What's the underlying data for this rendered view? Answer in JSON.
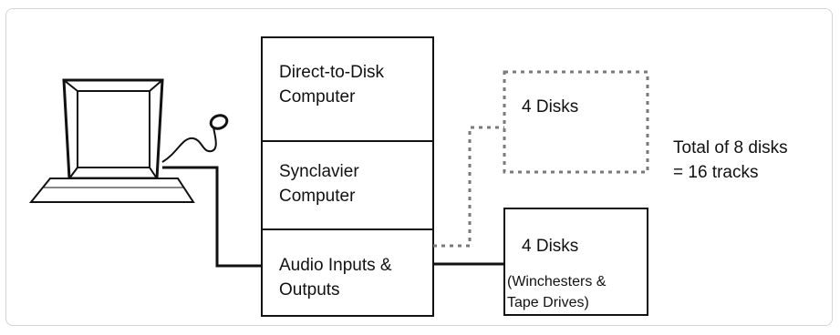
{
  "stack": {
    "direct_to_disk": {
      "line1": "Direct-to-Disk",
      "line2": "Computer"
    },
    "synclavier": {
      "line1": "Synclavier",
      "line2": "Computer"
    },
    "audio_io": {
      "line1": "Audio Inputs &",
      "line2": "Outputs"
    }
  },
  "disks_upper": {
    "label": "4 Disks"
  },
  "disks_lower": {
    "label": "4 Disks",
    "note1": "(Winchesters &",
    "note2": "Tape Drives)"
  },
  "summary": {
    "line1": "Total of 8 disks",
    "line2": "= 16 tracks"
  },
  "colors": {
    "line": "#111111",
    "dashed": "#7a7a7a",
    "background": "#ffffff"
  }
}
